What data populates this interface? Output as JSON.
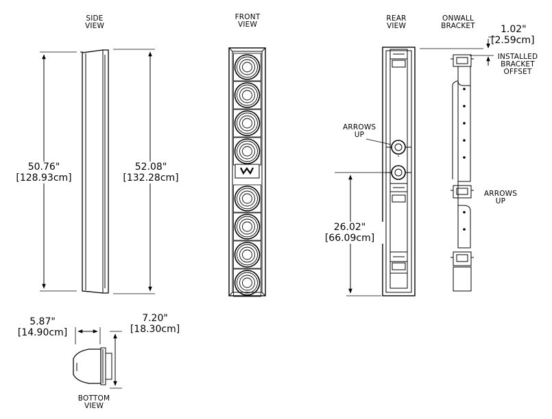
{
  "views": {
    "side": [
      "SIDE",
      "VIEW"
    ],
    "front": [
      "FRONT",
      "VIEW"
    ],
    "rear": [
      "REAR",
      "VIEW"
    ],
    "bracket": [
      "ONWALL",
      "BRACKET"
    ],
    "bottom": [
      "BOTTOM",
      "VIEW"
    ]
  },
  "dimensions": {
    "side_height": [
      "50.76\"",
      "[128.93cm]"
    ],
    "overall_height": [
      "52.08\"",
      "[132.28cm]"
    ],
    "arrow_height": [
      "26.02\"",
      "[66.09cm]"
    ],
    "bracket_offset": [
      "1.02\"",
      "[2.59cm]"
    ],
    "bottom_depth": [
      "5.87\"",
      "[14.90cm]"
    ],
    "bottom_overall": [
      "7.20\"",
      "[18.30cm]"
    ]
  },
  "notes": {
    "arrows_up_rear": [
      "ARROWS",
      "UP"
    ],
    "arrows_up_bracket": [
      "ARROWS",
      "UP"
    ],
    "installed_offset": [
      "INSTALLED",
      "BRACKET",
      "OFFSET"
    ]
  },
  "front_driver_count": 8,
  "front_logo_text": "W"
}
